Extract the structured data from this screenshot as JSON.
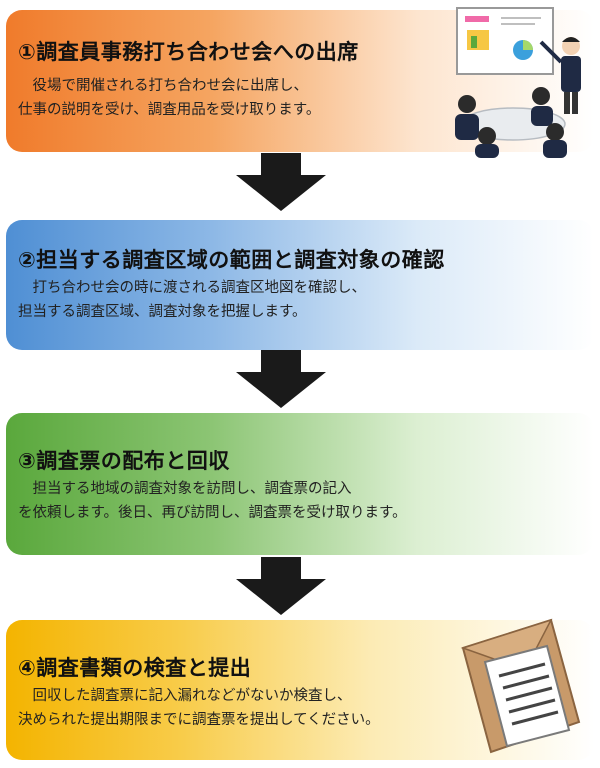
{
  "steps": [
    {
      "title": "①調査員事務打ち合わせ会への出席",
      "body": "　役場で開催される打ち合わせ会に出席し、\n仕事の説明を受け、調査用品を受け取ります。"
    },
    {
      "title": "②担当する調査区域の範囲と調査対象の確認",
      "body": "　打ち合わせ会の時に渡される調査区地図を確認し、\n担当する調査区域、調査対象を把握します。"
    },
    {
      "title": "③調査票の配布と回収",
      "body": "　担当する地域の調査対象を訪問し、調査票の記入\nを依頼します。後日、再び訪問し、調査票を受け取ります。"
    },
    {
      "title": "④調査書類の検査と提出",
      "body": "　回収した調査票に記入漏れなどがないか検査し、\n決められた提出期限までに調査票を提出してください。"
    }
  ],
  "icons": [
    "meeting-illustration-icon",
    "down-arrow-icon",
    "envelope-documents-icon"
  ],
  "colors": {
    "step1": "#f07b2b",
    "step2": "#4f8fd4",
    "step3": "#5aa83c",
    "step4": "#f4b400",
    "arrow": "#1a1a1a"
  }
}
